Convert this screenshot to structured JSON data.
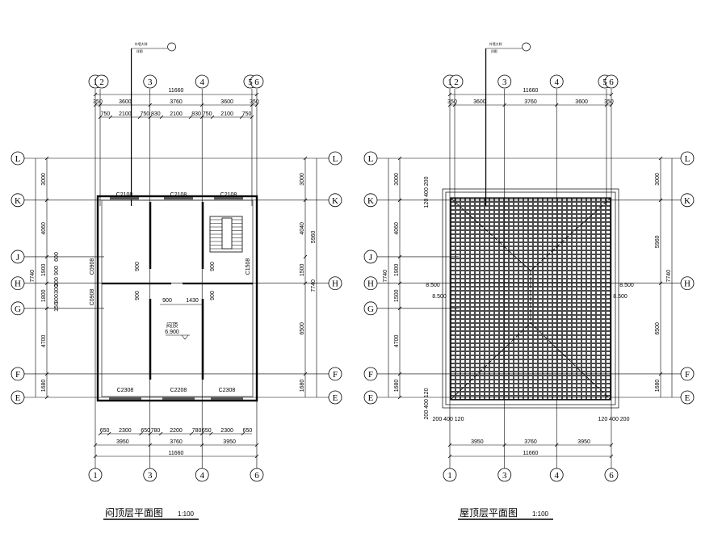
{
  "plans": [
    {
      "id": "attic",
      "title": "闷顶层平面图",
      "scale": "1:100",
      "axes_top": [
        "1",
        "2",
        "3",
        "4",
        "5",
        "6"
      ],
      "axes_bottom": [
        "1",
        "3",
        "4",
        "6"
      ],
      "axes_rows": [
        "L",
        "K",
        "J",
        "H",
        "G",
        "F",
        "E"
      ],
      "dims_top_total": "11660",
      "dims_top_mid": [
        "350",
        "3600",
        "3760",
        "3600",
        "350"
      ],
      "dims_top_sub": [
        "750",
        "2100",
        "750",
        "830",
        "2100",
        "830",
        "750",
        "2100",
        "750"
      ],
      "dims_bottom_sub": [
        "650",
        "2300",
        "650",
        "780",
        "2200",
        "780",
        "650",
        "2300",
        "650"
      ],
      "dims_bottom_mid": [
        "3950",
        "3760",
        "3950"
      ],
      "dims_bottom_total": "11660",
      "dims_left": [
        "3000",
        "4060",
        "1900",
        "1800",
        "4700",
        "1680"
      ],
      "dims_left_total": "7740",
      "dims_left_sub": [
        "600",
        "900",
        "300",
        "300",
        "900",
        "150"
      ],
      "dims_right": [
        "3000",
        "4040",
        "1500",
        "6500",
        "1680"
      ],
      "dims_right_outer": [
        "5960",
        "7740"
      ],
      "windows_top": [
        "C2108",
        "C2108",
        "C2108"
      ],
      "windows_bottom": [
        "C2308",
        "C2208",
        "C2308"
      ],
      "windows_side": [
        "C0908",
        "C0908",
        "C1508"
      ],
      "inner_dims": [
        "900",
        "1430",
        "900",
        "900",
        "900",
        "900"
      ],
      "room_label": "闷顶",
      "elevation": "6.900",
      "detail_note": "外墙大样",
      "detail_sub": "详图"
    },
    {
      "id": "roof",
      "title": "屋顶层平面图",
      "scale": "1:100",
      "axes_top": [
        "1",
        "2",
        "3",
        "4",
        "5",
        "6"
      ],
      "axes_bottom": [
        "1",
        "3",
        "4",
        "6"
      ],
      "axes_rows": [
        "L",
        "K",
        "J",
        "H",
        "G",
        "F",
        "E"
      ],
      "dims_top_total": "11660",
      "dims_top_mid": [
        "350",
        "3600",
        "3760",
        "3600",
        "350"
      ],
      "dims_bottom_mid": [
        "3950",
        "3760",
        "3950"
      ],
      "dims_bottom_total": "11660",
      "dims_left": [
        "3000",
        "4060",
        "1900",
        "1500",
        "4700",
        "1680"
      ],
      "dims_left_total": "7740",
      "dims_right": [
        "3000",
        "5960",
        "6500",
        "1680"
      ],
      "dims_right_total": "7740",
      "eave_dims_top": "120 400 200",
      "eave_dims_bottom": "200 400 120",
      "eave_dims_bl": "200 400 120",
      "eave_dims_br": "120 400 200",
      "elevations": [
        "8.500",
        "8.500",
        "8.500",
        "8.500"
      ],
      "detail_note": "外墙大样",
      "detail_sub": "详图"
    }
  ]
}
